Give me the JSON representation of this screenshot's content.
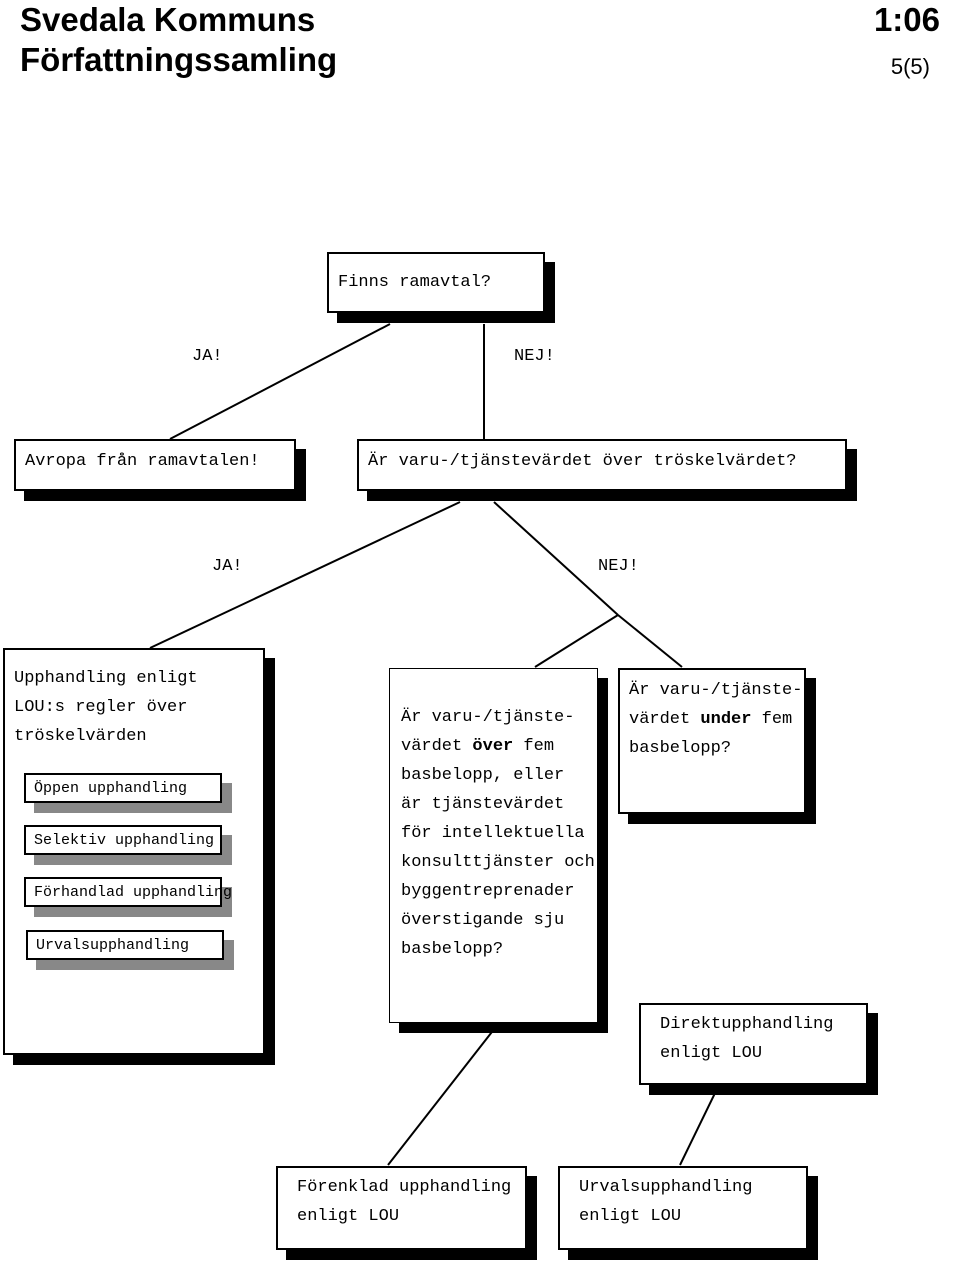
{
  "header": {
    "title_line1": "Svedala Kommuns",
    "title_line2": "Författningssamling",
    "doc_number": "1:06",
    "page": "5(5)"
  },
  "flow": {
    "q_ramavtal": "Finns ramavtal?",
    "ja1": "JA!",
    "nej1": "NEJ!",
    "avropa": "Avropa från ramavtalen!",
    "q_troskel": "Är varu-/tjänstevärdet över tröskelvärdet?",
    "ja2": "JA!",
    "nej2": "NEJ!",
    "lou_title": [
      "Upphandling enligt",
      "LOU:s regler över",
      "tröskelvärden"
    ],
    "lou_options": [
      "Öppen upphandling",
      "Selektiv upphandling",
      "Förhandlad upphandling",
      "Urvalsupphandling"
    ],
    "q_over": {
      "line1": "Är varu-/tjänste-",
      "line2_prefix": "värdet ",
      "line2_bold": "över",
      "line2_suffix": " fem",
      "rest": [
        "basbelopp, eller",
        "är tjänstevärdet",
        "för intellektuella",
        "konsulttjänster och",
        "byggentreprenader",
        "överstigande sju",
        "basbelopp?"
      ]
    },
    "q_under": {
      "line1": "Är varu-/tjänste-",
      "line2_prefix": "värdet ",
      "line2_bold": "under",
      "line2_suffix": " fem",
      "line3": "basbelopp?"
    },
    "direkt": [
      "Direktupphandling",
      "enligt LOU"
    ],
    "forenklad": [
      "Förenklad upphandling",
      "enligt LOU"
    ],
    "urval": [
      "Urvalsupphandling",
      "enligt LOU"
    ]
  }
}
